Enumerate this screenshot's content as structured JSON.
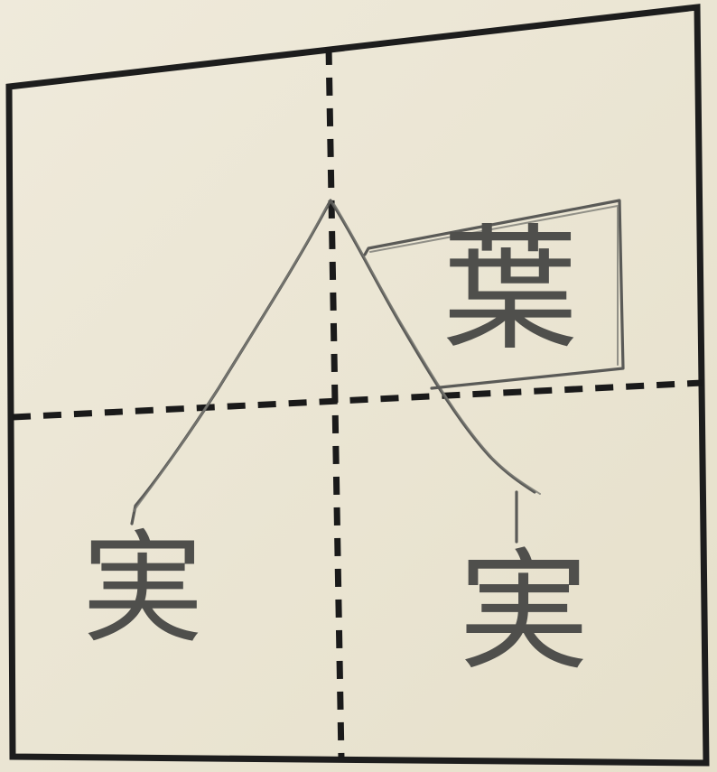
{
  "diagram": {
    "root_node": {
      "character": "葉"
    },
    "leaf_nodes": [
      {
        "character": "実"
      },
      {
        "character": "実"
      }
    ]
  },
  "colors": {
    "paper": "#ece7d3",
    "frame": "#1d1d1d",
    "ink": "#5a5a57"
  }
}
